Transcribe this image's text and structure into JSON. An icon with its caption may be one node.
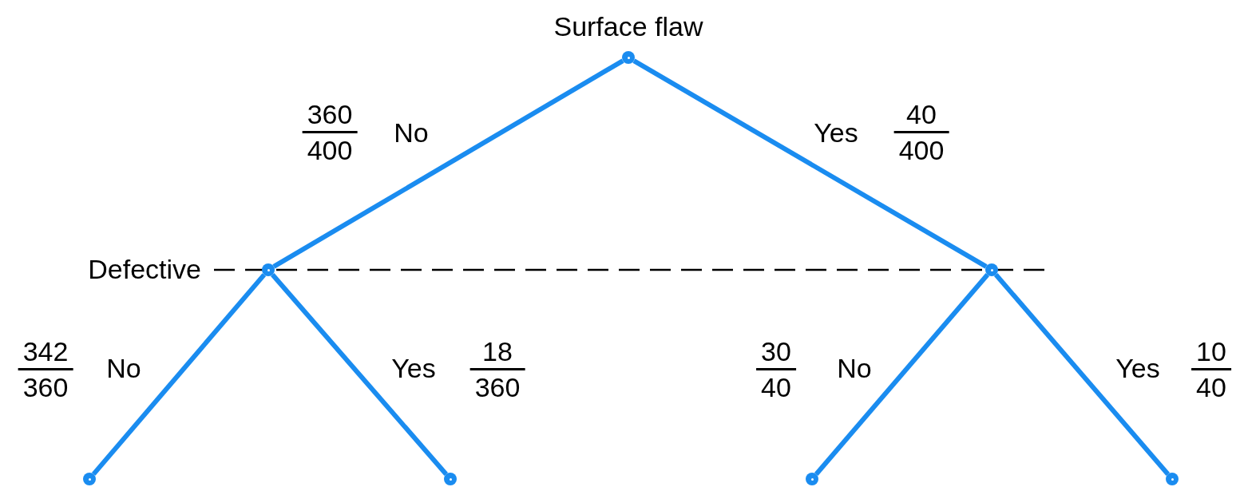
{
  "diagram": {
    "nodes": [
      {
        "text": [
          "Surface flaw"
        ]
      },
      {
        "text": [],
        "shape": "circle"
      },
      {
        "text": [],
        "shape": "circle"
      },
      {
        "text": [],
        "shape": "circle"
      },
      {
        "text": [],
        "shape": "circle"
      },
      {
        "text": [],
        "shape": "circle"
      },
      {
        "text": [],
        "shape": "circle"
      }
    ],
    "edges": [
      {
        "from": 0,
        "to": 1,
        "arrow": "none",
        "label": "No"
      },
      {
        "from": 0,
        "to": 2,
        "arrow": "none",
        "label": "Yes"
      },
      {
        "from": 1,
        "to": 3,
        "arrow": "none",
        "label": "No"
      },
      {
        "from": 1,
        "to": 4,
        "arrow": "none",
        "label": "Yes"
      },
      {
        "from": 2,
        "to": 5,
        "arrow": "none",
        "label": "No"
      },
      {
        "from": 2,
        "to": 6,
        "arrow": "none",
        "label": "Yes"
      }
    ],
    "labels": [
      "Defective",
      "360",
      "400",
      "40",
      "400",
      "342",
      "360",
      "18",
      "360",
      "30",
      "40",
      "10",
      "40"
    ]
  }
}
